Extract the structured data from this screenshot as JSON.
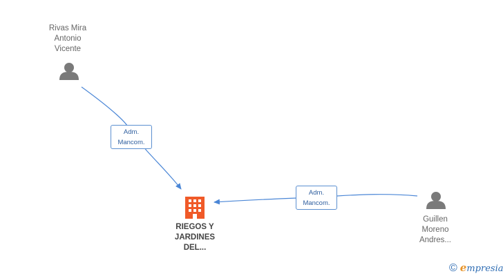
{
  "nodes": {
    "person_1": {
      "label": "Rivas Mira\nAntonio\nVicente",
      "icon": "person-icon"
    },
    "person_2": {
      "label": "Guillen\nMoreno\nAndres...",
      "icon": "person-icon"
    },
    "company": {
      "label": "RIEGOS Y\nJARDINES\nDEL...",
      "icon": "building-icon"
    }
  },
  "edges": [
    {
      "from": "person_1",
      "to": "company",
      "label": "Adm.\nMancom."
    },
    {
      "from": "person_2",
      "to": "company",
      "label": "Adm.\nMancom."
    }
  ],
  "footer": {
    "copyright": "©",
    "brand_first": "e",
    "brand_rest": "mpresia"
  },
  "colors": {
    "edge": "#4a86d6",
    "person": "#7a7a7a",
    "company": "#f05a28",
    "label_border": "#5b8fd0"
  }
}
